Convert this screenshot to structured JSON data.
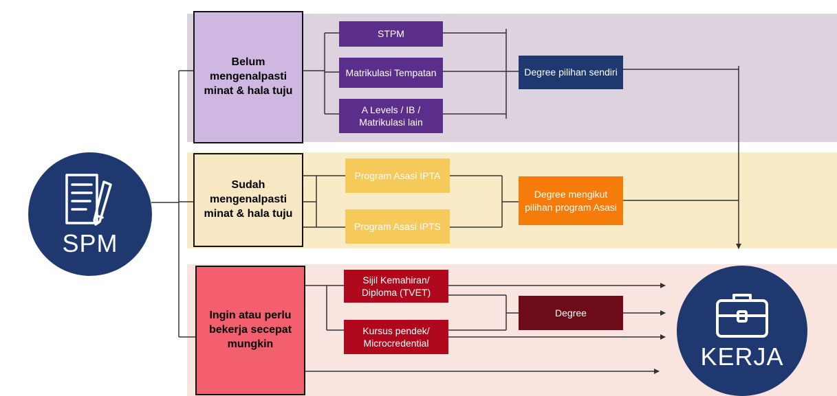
{
  "colors": {
    "band_top": "#dcd3df",
    "band_mid": "#f9ebc6",
    "band_bot": "#f9e4e0",
    "navy": "#1f3970",
    "purple": "#5a2e8a",
    "lavender": "#ceb8e2",
    "cream": "#f7e7c3",
    "yellow": "#f5c95a",
    "orange": "#f57c0a",
    "pink": "#f45f70",
    "red": "#b0081c",
    "maroon": "#6e0b18",
    "line": "#333333"
  },
  "start": {
    "label": "SPM",
    "icon": "document-pencil-icon"
  },
  "end": {
    "label": "KERJA",
    "icon": "briefcase-icon"
  },
  "paths": [
    {
      "category": "Belum mengenalpasti minat & hala tuju",
      "options": [
        "STPM",
        "Matrikulasi Tempatan",
        "A Levels / IB / Matrikulasi lain"
      ],
      "outcome": "Degree pilihan sendiri"
    },
    {
      "category": "Sudah mengenalpasti minat & hala tuju",
      "options": [
        "Program Asasi IPTA",
        "Program Asasi IPTS"
      ],
      "outcome": "Degree mengikut pilihan program Asasi"
    },
    {
      "category": "Ingin atau perlu bekerja secepat mungkin",
      "options": [
        "Sijil Kemahiran/ Diploma (TVET)",
        "Kursus pendek/ Microcredential"
      ],
      "outcome": "Degree"
    }
  ]
}
